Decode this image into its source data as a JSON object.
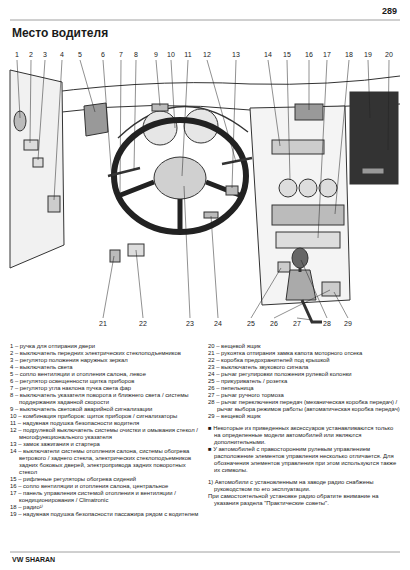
{
  "diagram": {
    "title": "Место водителя",
    "labels": [
      "289",
      "1",
      "2",
      "3",
      "4",
      "5",
      "6",
      "7",
      "8",
      "9",
      "10",
      "11",
      "12",
      "13",
      "14",
      "15",
      "16",
      "17",
      "18",
      "19",
      "20",
      "21",
      "22",
      "23",
      "24",
      "25",
      "26",
      "27",
      "28",
      "29",
      "1 – ручка для отпирания двери",
      "2 – выключатель передних электрических стеклоподъемников",
      "3 – регулятор положения наружных зеркал",
      "4 – выключатель света",
      "5 – сопло вентиляции и отопления салона, левое",
      "6 – регулятор освещенности щитка приборов",
      "7 – регулятор угла наклона пучка света фар",
      "8 – выключатель указателя поворота и ближнего света / системы поддержания заданной скорости",
      "9 – выключатель световой аварийной сигнализации",
      "10 – комбинация приборов: щиток приборов / сигнализаторы",
      "11 – надувная подушка безопасности водителя",
      "12 – подрулевой выключатель системы очистки и омывания стекол / многофункционального указателя",
      "13 – замок зажигания и стартера",
      "14 – выключатели системы отопления салона, системы обогрева ветрового / заднего стекла, электрических стеклоподъемников задних боковых дверей, электропривода задних поворотных стекол",
      "15 – рифленые регуляторы обогрева сидений",
      "16 – сопло вентиляции и отопления салона, центральное",
      "17 – панель управления системой отопления и вентиляции / кондиционирования / Climatronic",
      "18 – радио¹⁾",
      "19 – надувная подушка безопасности пассажира рядом с водителем",
      "20 – вещевой ящик",
      "21 – рукоятка отпирания замка капота моторного отсека",
      "22 – коробка предохранителей под крышкой",
      "23 – выключатель звукового сигнала",
      "24 – рычаг регулировки положения рулевой колонки",
      "25 – прикуриватель / розетка",
      "26 – пепельница",
      "27 – рычаг ручного тормоза",
      "28 – рычаг переключения передач (механическая коробка передач) / рычаг выбора режимов работы (автоматическая коробка передач)",
      "29 – вещевой ящик",
      "■ Некоторые из приведенных аксессуаров устанавливаются только на определенные модели автомобилей или являются дополнительными.",
      "■ У автомобилей с правосторонним рулевым управлением расположение элементов управления несколько отличается. Для обозначения элементов управления при этом используются также их символы.",
      "1) Автомобили с установленным на заводе радио снабжены руководством по его эксплуатации.",
      "При самостоятельной установке радио обратите внимание на указания раздела \"Практические советы\".",
      "VW SHARAN"
    ]
  }
}
